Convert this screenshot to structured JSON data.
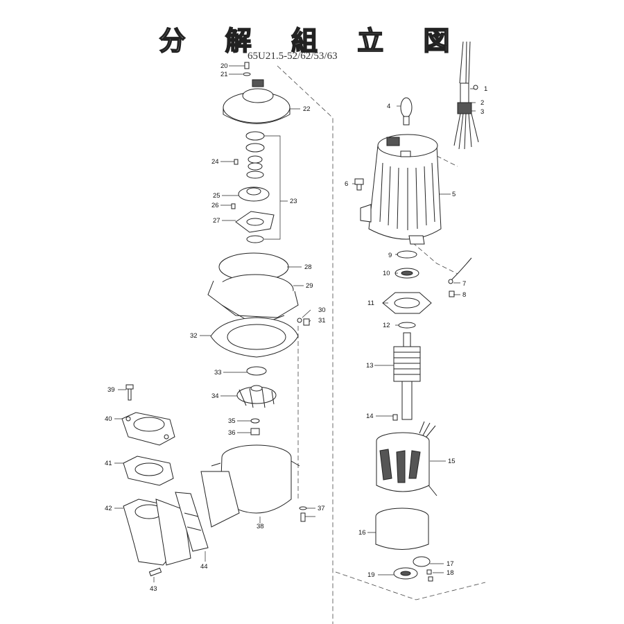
{
  "title": "分 解 組 立 図",
  "subtitle": "65U21.5-52/62/53/63",
  "labels": [
    "1",
    "2",
    "3",
    "4",
    "5",
    "6",
    "7",
    "8",
    "9",
    "10",
    "11",
    "12",
    "13",
    "14",
    "15",
    "16",
    "17",
    "18",
    "19",
    "20",
    "21",
    "22",
    "23",
    "24",
    "25",
    "26",
    "27",
    "28",
    "29",
    "30",
    "31",
    "32",
    "33",
    "34",
    "35",
    "36",
    "37",
    "38",
    "39",
    "40",
    "41",
    "42",
    "43",
    "44"
  ]
}
